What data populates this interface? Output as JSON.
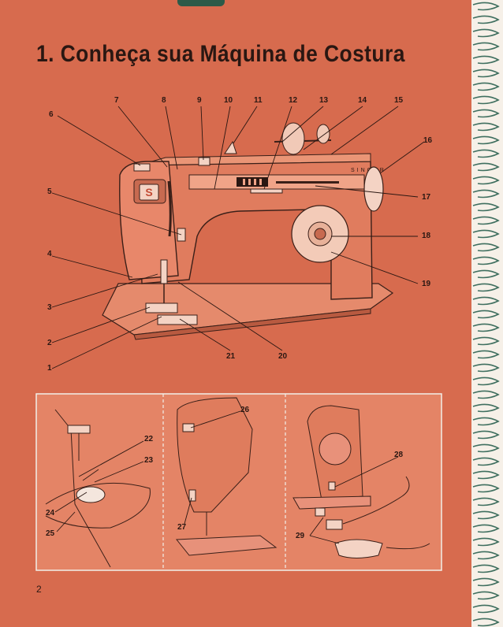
{
  "title": "1. Conheça sua Máquina de Costura",
  "page_number": "2",
  "brand_label": "SINGER",
  "main_callouts": [
    {
      "id": "c1",
      "label": "1"
    },
    {
      "id": "c2",
      "label": "2"
    },
    {
      "id": "c3",
      "label": "3"
    },
    {
      "id": "c4",
      "label": "4"
    },
    {
      "id": "c5",
      "label": "5"
    },
    {
      "id": "c6",
      "label": "6"
    },
    {
      "id": "c7",
      "label": "7"
    },
    {
      "id": "c8",
      "label": "8"
    },
    {
      "id": "c9",
      "label": "9"
    },
    {
      "id": "c10",
      "label": "10"
    },
    {
      "id": "c11",
      "label": "11"
    },
    {
      "id": "c12",
      "label": "12"
    },
    {
      "id": "c13",
      "label": "13"
    },
    {
      "id": "c14",
      "label": "14"
    },
    {
      "id": "c15",
      "label": "15"
    },
    {
      "id": "c16",
      "label": "16"
    },
    {
      "id": "c17",
      "label": "17"
    },
    {
      "id": "c18",
      "label": "18"
    },
    {
      "id": "c19",
      "label": "19"
    },
    {
      "id": "c20",
      "label": "20"
    },
    {
      "id": "c21",
      "label": "21"
    }
  ],
  "detail_callouts": [
    {
      "id": "c22",
      "label": "22"
    },
    {
      "id": "c23",
      "label": "23"
    },
    {
      "id": "c24",
      "label": "24"
    },
    {
      "id": "c25",
      "label": "25"
    },
    {
      "id": "c26",
      "label": "26"
    },
    {
      "id": "c27",
      "label": "27"
    },
    {
      "id": "c28",
      "label": "28"
    },
    {
      "id": "c29",
      "label": "29"
    }
  ]
}
